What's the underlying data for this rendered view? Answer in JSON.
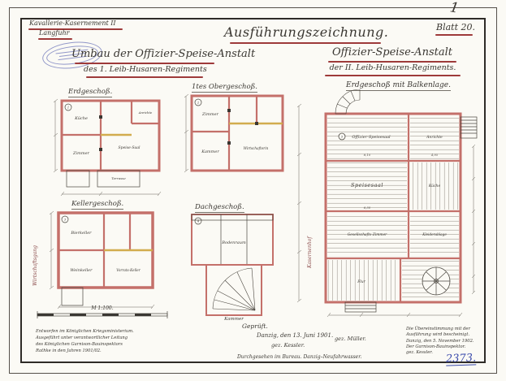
{
  "colors": {
    "carmine": "#9e3a3a",
    "wall_pink": "#c4706a",
    "accent_yellow": "#d2ac4e",
    "stamp_blue": "#8087c2",
    "ink_blue": "#3949ab"
  },
  "sheet": {
    "corner_mark": "1",
    "blatt": "Blatt 20.",
    "registry_number": "2373."
  },
  "header": {
    "station_line1": "Kavallerie-Kasernement II",
    "station_line2": "Langfuhr",
    "main_title": "Ausführungszeichnung."
  },
  "project": {
    "left_title_line1": "Umbau der Offizier-Speise-Anstalt",
    "left_title_line2": "des 1. Leib-Husaren-Regiments",
    "right_title_line1": "Offizier-Speise-Anstalt",
    "right_title_line2": "der II. Leib-Husaren-Regiments."
  },
  "plans": {
    "erdgeschoss": {
      "title": "Erdgeschoß.",
      "marker": "1",
      "terrace": "Terrasse",
      "rooms": {
        "r1": "Küche",
        "r2": "Zimmer",
        "r3": "Speise-Saal",
        "r4": "Anrichte"
      }
    },
    "obergeschoss": {
      "title": "1tes Obergeschoß.",
      "marker": "2",
      "rooms": {
        "r1": "Zimmer",
        "r2": "Kammer",
        "r3": "Wirtschafterin"
      }
    },
    "kellergeschoss": {
      "title": "Kellergeschoß.",
      "marker": "3",
      "side_label": "Wirtschaftsgang",
      "rooms": {
        "r1": "Bierkeller",
        "r2": "Weinkeller",
        "r3": "Vorrats-Keller"
      }
    },
    "dachgeschoss": {
      "title": "Dachgeschoß.",
      "marker": "4",
      "rooms": {
        "r1": "Bodenraum",
        "r2": "Kammer"
      }
    },
    "balkenlage": {
      "title": "Erdgeschoß mit Balkenlage.",
      "marker": "5",
      "side_label": "Kasernenhof",
      "rooms": {
        "r1": "Offizier-Speisesaal",
        "r2": "Anrichte",
        "r3": "Speisesaal",
        "r4": "Küche",
        "r5": "Gesellschafts-Zimmer",
        "r6": "Kleiderablage",
        "r7": "Flur"
      },
      "dims": {
        "d1": "8,10",
        "d2": "4,95",
        "d3": "6,30"
      }
    }
  },
  "scale": {
    "label": "M 1:100."
  },
  "notes": {
    "left": {
      "l1": "Entworfen im Königlichen Kriegsministerium.",
      "l2": "Ausgeführt unter verantwortlicher Leitung",
      "l3": "des Königlichen Garnison-Bauinspektors",
      "l4": "Rathke in den Jahren 1901/02."
    },
    "center": {
      "gepruft": "Geprüft.",
      "date": "Danzig, den 13. Juni 1901.",
      "sig1": "gez. Kessler.",
      "sig2": "gez. Müller.",
      "bureau": "Durchgesehen im Bureau. Danzig–Neufahrwasser."
    },
    "right": {
      "l1": "Die Übereinstimmung mit der",
      "l2": "Ausführung wird bescheinigt.",
      "l3": "Danzig, den 5. November 1902.",
      "l4": "Der Garnison-Bauinspektor.",
      "l5": "gez. Kessler."
    }
  }
}
